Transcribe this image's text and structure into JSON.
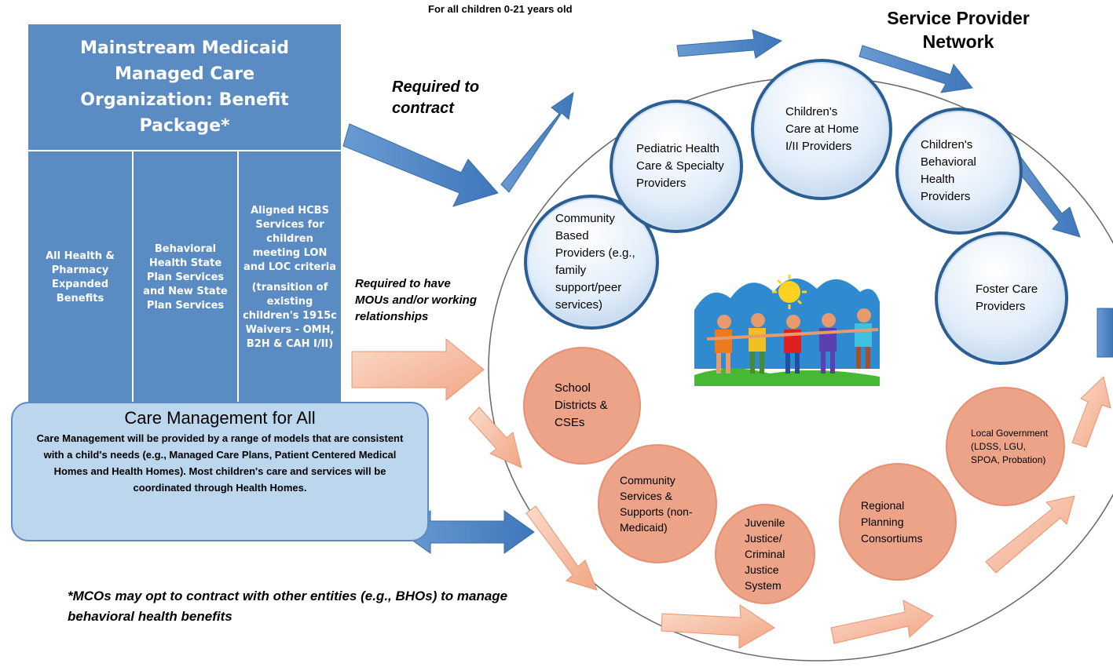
{
  "caption": "For all children 0-21 years old",
  "network_title": "Service Provider Network",
  "mco": {
    "title": "Mainstream Medicaid Managed Care Organization: Benefit Package*",
    "columns": [
      {
        "text": "All Health & Pharmacy Expanded Benefits"
      },
      {
        "text": "Behavioral Health State Plan Services and New State Plan Services"
      },
      {
        "text": "Aligned HCBS Services for children meeting LON and LOC criteria",
        "subtext": "(transition of existing children's 1915c Waivers - OMH, B2H & CAH I/II)"
      }
    ]
  },
  "care_management": {
    "title": "Care Management for All",
    "body": "Care Management will be provided by a range of models that are consistent with a child's needs (e.g., Managed Care Plans, Patient Centered Medical Homes and Health Homes).  Most children's care and services will be coordinated through Health Homes."
  },
  "labels": {
    "required_contract": "Required to contract",
    "required_mous": "Required to have MOUs and/or working relationships"
  },
  "footnote": "*MCOs may opt to contract with  other entities (e.g., BHOs) to manage behavioral health benefits",
  "providers": [
    {
      "name": "Community Based Providers (e.g., family support/peer services)"
    },
    {
      "name": "Pediatric Health Care & Specialty Providers"
    },
    {
      "name": "Children's Care at Home I/II Providers"
    },
    {
      "name": "Children's Behavioral Health Providers"
    },
    {
      "name": "Foster Care Providers"
    }
  ],
  "partners": [
    {
      "name": "School Districts & CSEs"
    },
    {
      "name": "Community Services & Supports (non-Medicaid)"
    },
    {
      "name": "Juvenile Justice/ Criminal Justice System"
    },
    {
      "name": "Regional Planning Consortiums"
    },
    {
      "name": "Local Government (LDSS, LGU, SPOA, Probation)"
    }
  ],
  "colors": {
    "mco_blue": "#5a8cc3",
    "care_box": "#bcd6ee",
    "provider_border": "#2b5f93",
    "partner_orange": "#eda387",
    "arrow_blue": "#4f86c6",
    "arrow_orange": "#f6c1a6"
  },
  "image": {
    "name": "children-holding-hands-illustration"
  }
}
